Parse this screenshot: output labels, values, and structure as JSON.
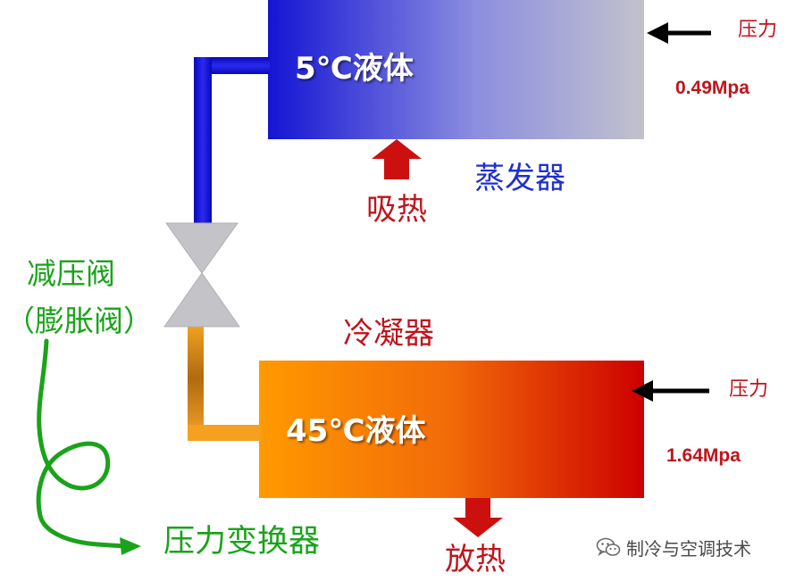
{
  "evaporator": {
    "name": "蒸发器",
    "content": "5℃液体",
    "heat_label": "吸热",
    "pressure_label": "压力",
    "pressure_value": "0.49Mpa"
  },
  "condenser": {
    "name": "冷凝器",
    "content": "45℃液体",
    "heat_label": "放热",
    "pressure_label": "压力",
    "pressure_value": "1.64Mpa"
  },
  "valve": {
    "name_line1": "减压阀",
    "name_line2": "（膨胀阀）",
    "annotation": "压力变换器"
  },
  "watermark": {
    "text": "制冷与空调技术",
    "icon": "wechat-icon"
  },
  "colors": {
    "evaporator_start": "#1414d4",
    "evaporator_end": "#c2c2cc",
    "condenser_start": "#ff9a00",
    "condenser_end": "#cc0000",
    "blue_pipe": "#1010d8",
    "orange_pipe": "#f5a020",
    "valve": "#c4c4c8",
    "heat_arrow": "#cc1010",
    "pressure_arrow": "#000000",
    "annotation": "#1aa31a"
  }
}
